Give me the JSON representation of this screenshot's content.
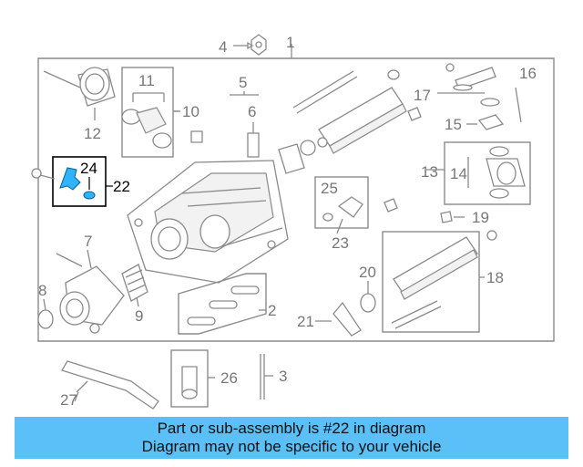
{
  "diagram": {
    "callouts": {
      "c1": "1",
      "c2": "2",
      "c3": "3",
      "c4": "4",
      "c5": "5",
      "c6": "6",
      "c7": "7",
      "c8": "8",
      "c9": "9",
      "c10": "10",
      "c11": "11",
      "c12": "12",
      "c13": "13",
      "c14": "14",
      "c15": "15",
      "c16": "16",
      "c17": "17",
      "c18": "18",
      "c19": "19",
      "c20": "20",
      "c21": "21",
      "c22": "22",
      "c23": "23",
      "c24": "24",
      "c25": "25",
      "c26": "26",
      "c27": "27"
    },
    "highlight": {
      "color": "#2fb3ff",
      "part": "22"
    }
  },
  "banner": {
    "line1": "Part or sub-assembly is #22 in diagram",
    "line2": "Diagram may not be specific to your vehicle",
    "color": "#5bc0f7"
  }
}
